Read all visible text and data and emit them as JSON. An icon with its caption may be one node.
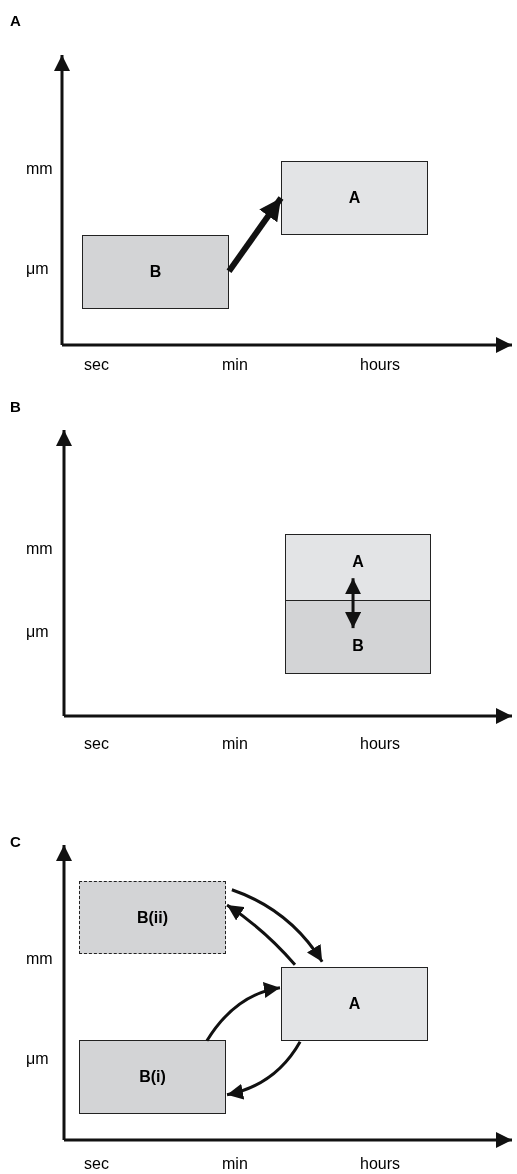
{
  "diagram": {
    "nodes": [
      {
        "text": [
          "A"
        ]
      },
      {
        "text": [
          "B"
        ]
      },
      {
        "text": [
          "A"
        ]
      },
      {
        "text": [
          "B"
        ]
      },
      {
        "text": [
          "B(ii)"
        ]
      },
      {
        "text": [
          "A"
        ]
      },
      {
        "text": [
          "B(i)"
        ]
      }
    ],
    "edges": [
      {
        "from": 1,
        "to": 0,
        "arrow": "to",
        "style": "thick"
      },
      {
        "from": 2,
        "to": 3,
        "arrow": "both"
      },
      {
        "from": 4,
        "to": 5,
        "arrow": "to"
      },
      {
        "from": 5,
        "to": 4,
        "arrow": "to"
      },
      {
        "from": 6,
        "to": 5,
        "arrow": "to"
      },
      {
        "from": 5,
        "to": 6,
        "arrow": "to"
      }
    ],
    "labels": [
      "A",
      "mm",
      "μm",
      "sec",
      "min",
      "hours",
      "B",
      "mm",
      "μm",
      "sec",
      "min",
      "hours",
      "C",
      "mm",
      "μm",
      "sec",
      "min",
      "hours"
    ]
  }
}
